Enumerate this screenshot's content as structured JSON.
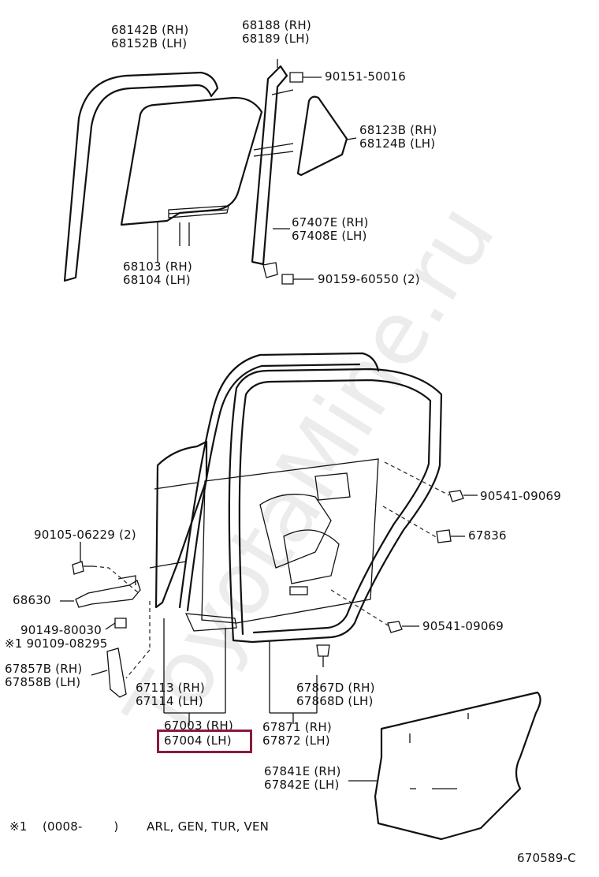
{
  "watermark": "ToyotaMine.ru",
  "figure_code": "670589-C",
  "footnote": {
    "mark": "※1",
    "range": "(0008-        )",
    "models": "ARL, GEN, TUR, VEN"
  },
  "highlighted_part": "67004 (LH)",
  "labels": [
    {
      "id": "68142B",
      "rh": "68142B (RH)",
      "lh": "68152B (LH)"
    },
    {
      "id": "68188",
      "rh": "68188 (RH)",
      "lh": "68189 (LH)"
    },
    {
      "id": "90151",
      "text": "90151-50016"
    },
    {
      "id": "68123B",
      "rh": "68123B (RH)",
      "lh": "68124B (LH)"
    },
    {
      "id": "67407E",
      "rh": "67407E (RH)",
      "lh": "67408E (LH)"
    },
    {
      "id": "68103",
      "rh": "68103 (RH)",
      "lh": "68104 (LH)"
    },
    {
      "id": "90159",
      "text": "90159-60550 (2)"
    },
    {
      "id": "90541a",
      "text": "90541-09069"
    },
    {
      "id": "90105",
      "text": "90105-06229 (2)"
    },
    {
      "id": "67836",
      "text": "67836"
    },
    {
      "id": "68630",
      "text": "68630"
    },
    {
      "id": "90541b",
      "text": "90541-09069"
    },
    {
      "id": "90149",
      "text": "90149-80030"
    },
    {
      "id": "90109",
      "text": "※1 90109-08295"
    },
    {
      "id": "67857B",
      "rh": "67857B (RH)",
      "lh": "67858B (LH)"
    },
    {
      "id": "67113",
      "rh": "67113 (RH)",
      "lh": "67114 (LH)"
    },
    {
      "id": "67867D",
      "rh": "67867D (RH)",
      "lh": "67868D (LH)"
    },
    {
      "id": "67003",
      "rh": "67003 (RH)"
    },
    {
      "id": "67871",
      "rh": "67871 (RH)",
      "lh": "67872 (LH)"
    },
    {
      "id": "67841E",
      "rh": "67841E (RH)",
      "lh": "67842E (LH)"
    }
  ]
}
